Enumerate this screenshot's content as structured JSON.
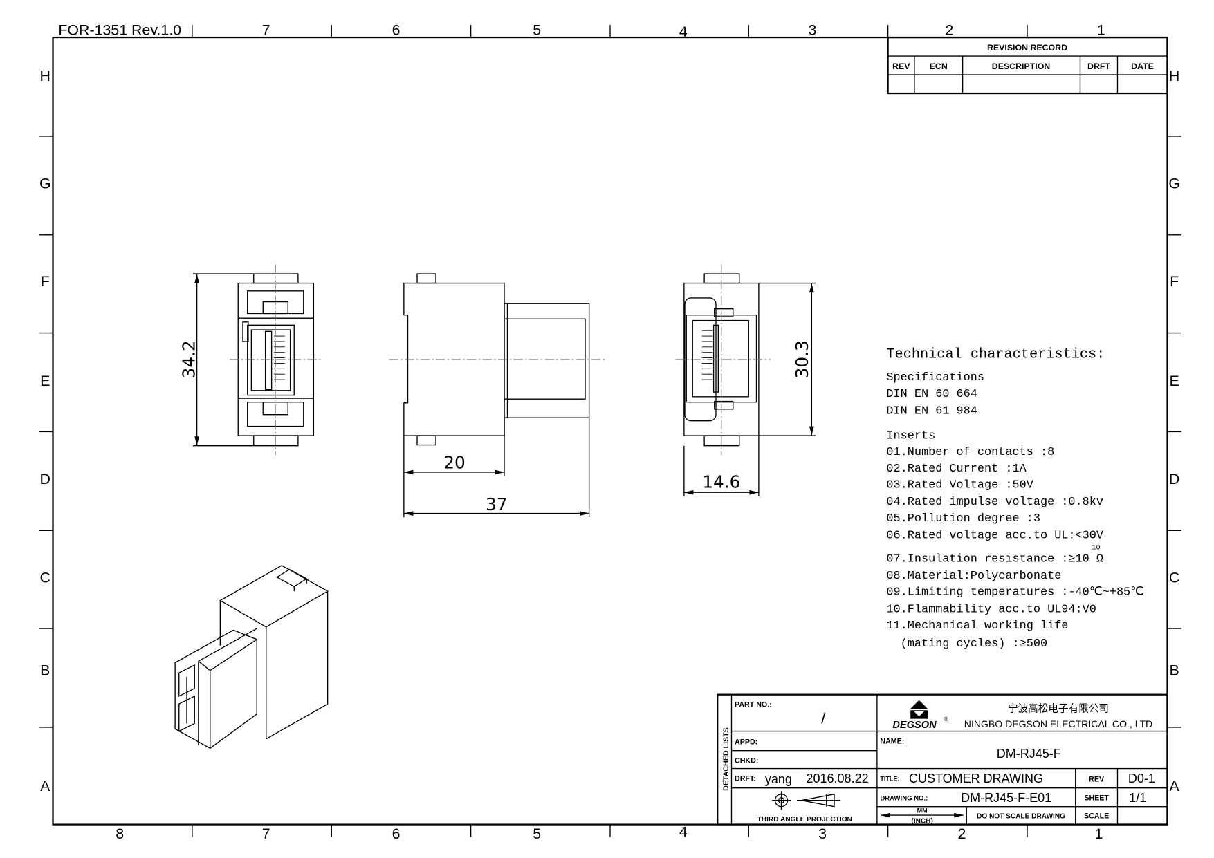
{
  "form_id": "FOR-1351 Rev.1.0",
  "zones": {
    "columns": [
      "8",
      "7",
      "6",
      "5",
      "4",
      "3",
      "2",
      "1"
    ],
    "rows": [
      "H",
      "G",
      "F",
      "E",
      "D",
      "C",
      "B",
      "A"
    ]
  },
  "revision_record": {
    "title": "REVISION RECORD",
    "headers": [
      "REV",
      "ECN",
      "DESCRIPTION",
      "DRFT",
      "DATE"
    ]
  },
  "dimensions": {
    "height_left": "34.2",
    "body_length": "20",
    "total_length": "37",
    "height_right": "30.3",
    "width_right": "14.6"
  },
  "technical": {
    "title": "Technical characteristics:",
    "spec_heading": "Specifications",
    "specs": [
      "DIN EN 60 664",
      "DIN EN 61 984"
    ],
    "inserts_heading": "Inserts",
    "items": [
      "01.Number of contacts :8",
      "02.Rated Current :1A",
      "03.Rated Voltage :50V",
      "04.Rated impulse voltage :0.8kv",
      "05.Pollution degree :3",
      "06.Rated voltage acc.to UL:<30V",
      "07.Insulation resistance :≥10 Ω",
      "08.Material:Polycarbonate",
      "09.Limiting temperatures  :-40℃~+85℃",
      "10.Flammability acc.to UL94:V0",
      "11.Mechanical working life",
      "  (mating cycles) :≥500"
    ],
    "insulation_exponent": "10"
  },
  "title_block": {
    "detached_lists": "DETACHED LISTS",
    "part_no_label": "PART NO.:",
    "part_no_value": "/",
    "appd_label": "APPD:",
    "chkd_label": "CHKD:",
    "drft_label": "DRFT:",
    "drafter": "yang",
    "date": "2016.08.22",
    "projection": "THIRD ANGLE PROJECTION",
    "company_cn": "宁波高松电子有限公司",
    "company_en": "NINGBO DEGSON ELECTRICAL CO., LTD",
    "logo_text": "DEGSON",
    "name_label": "NAME:",
    "name_value": "DM-RJ45-F",
    "title_label": "TITLE:",
    "title_value": "CUSTOMER DRAWING",
    "rev_label": "REV",
    "rev_value": "D0-1",
    "drawing_no_label": "DRAWING NO.:",
    "drawing_no_value": "DM-RJ45-F-E01",
    "sheet_label": "SHEET",
    "sheet_value": "1/1",
    "unit_top": "MM",
    "unit_bottom": "(INCH)",
    "do_not_scale": "DO NOT SCALE DRAWING",
    "scale_label": "SCALE",
    "scale_value": ""
  }
}
